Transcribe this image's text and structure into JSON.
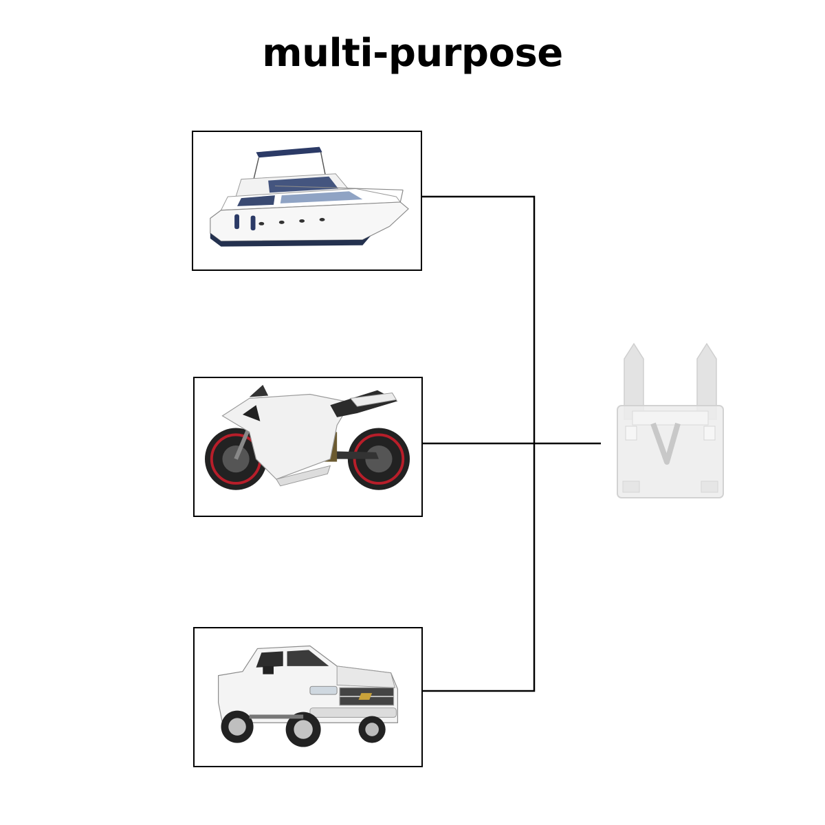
{
  "title": "multi-purpose",
  "colors": {
    "line": "#000000",
    "frame_border": "#000000",
    "boat_canopy": "#2b3a66",
    "moto_wheel_rim": "#b81e2a",
    "fuse_body": "#e6e6e6"
  },
  "items": [
    {
      "name": "boat",
      "icon": "boat-icon"
    },
    {
      "name": "motorcycle",
      "icon": "motorcycle-icon"
    },
    {
      "name": "truck",
      "icon": "pickup-truck-icon"
    }
  ],
  "target": {
    "name": "fuse",
    "icon": "mini-blade-fuse-icon"
  }
}
